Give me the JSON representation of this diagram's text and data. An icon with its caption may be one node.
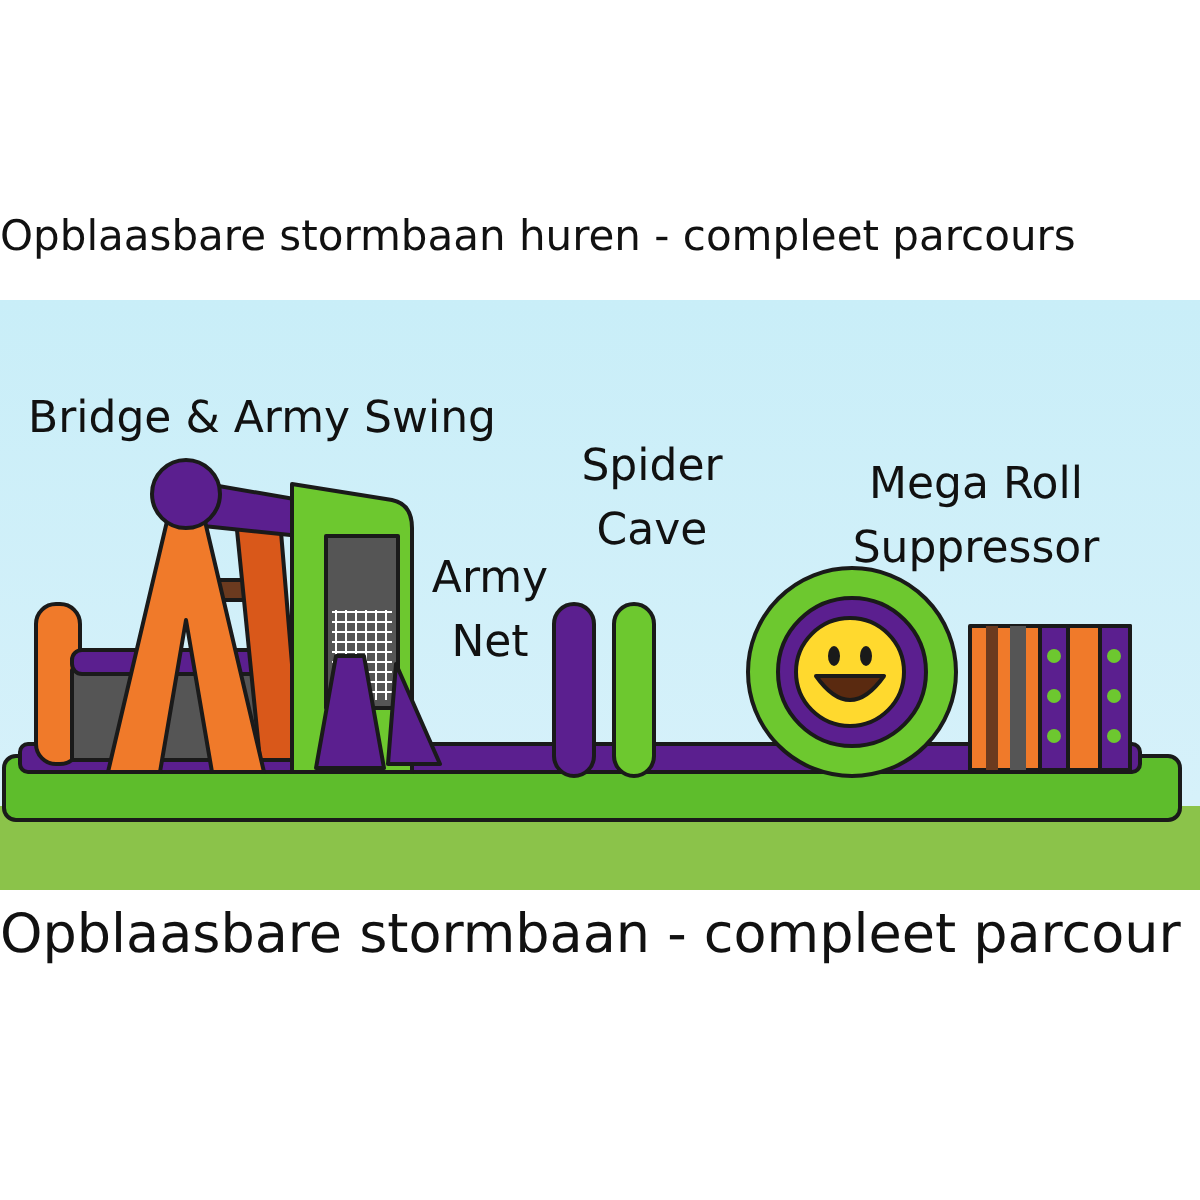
{
  "diagram": {
    "title": "Opblaasbare stormbaan huren - compleet parcours",
    "caption": "Opblaasbare stormbaan - compleet parcour",
    "labels": [
      "Bridge & Army Swing",
      "Spider Cave",
      "Mega Roll Suppressor",
      "Army Net"
    ]
  }
}
